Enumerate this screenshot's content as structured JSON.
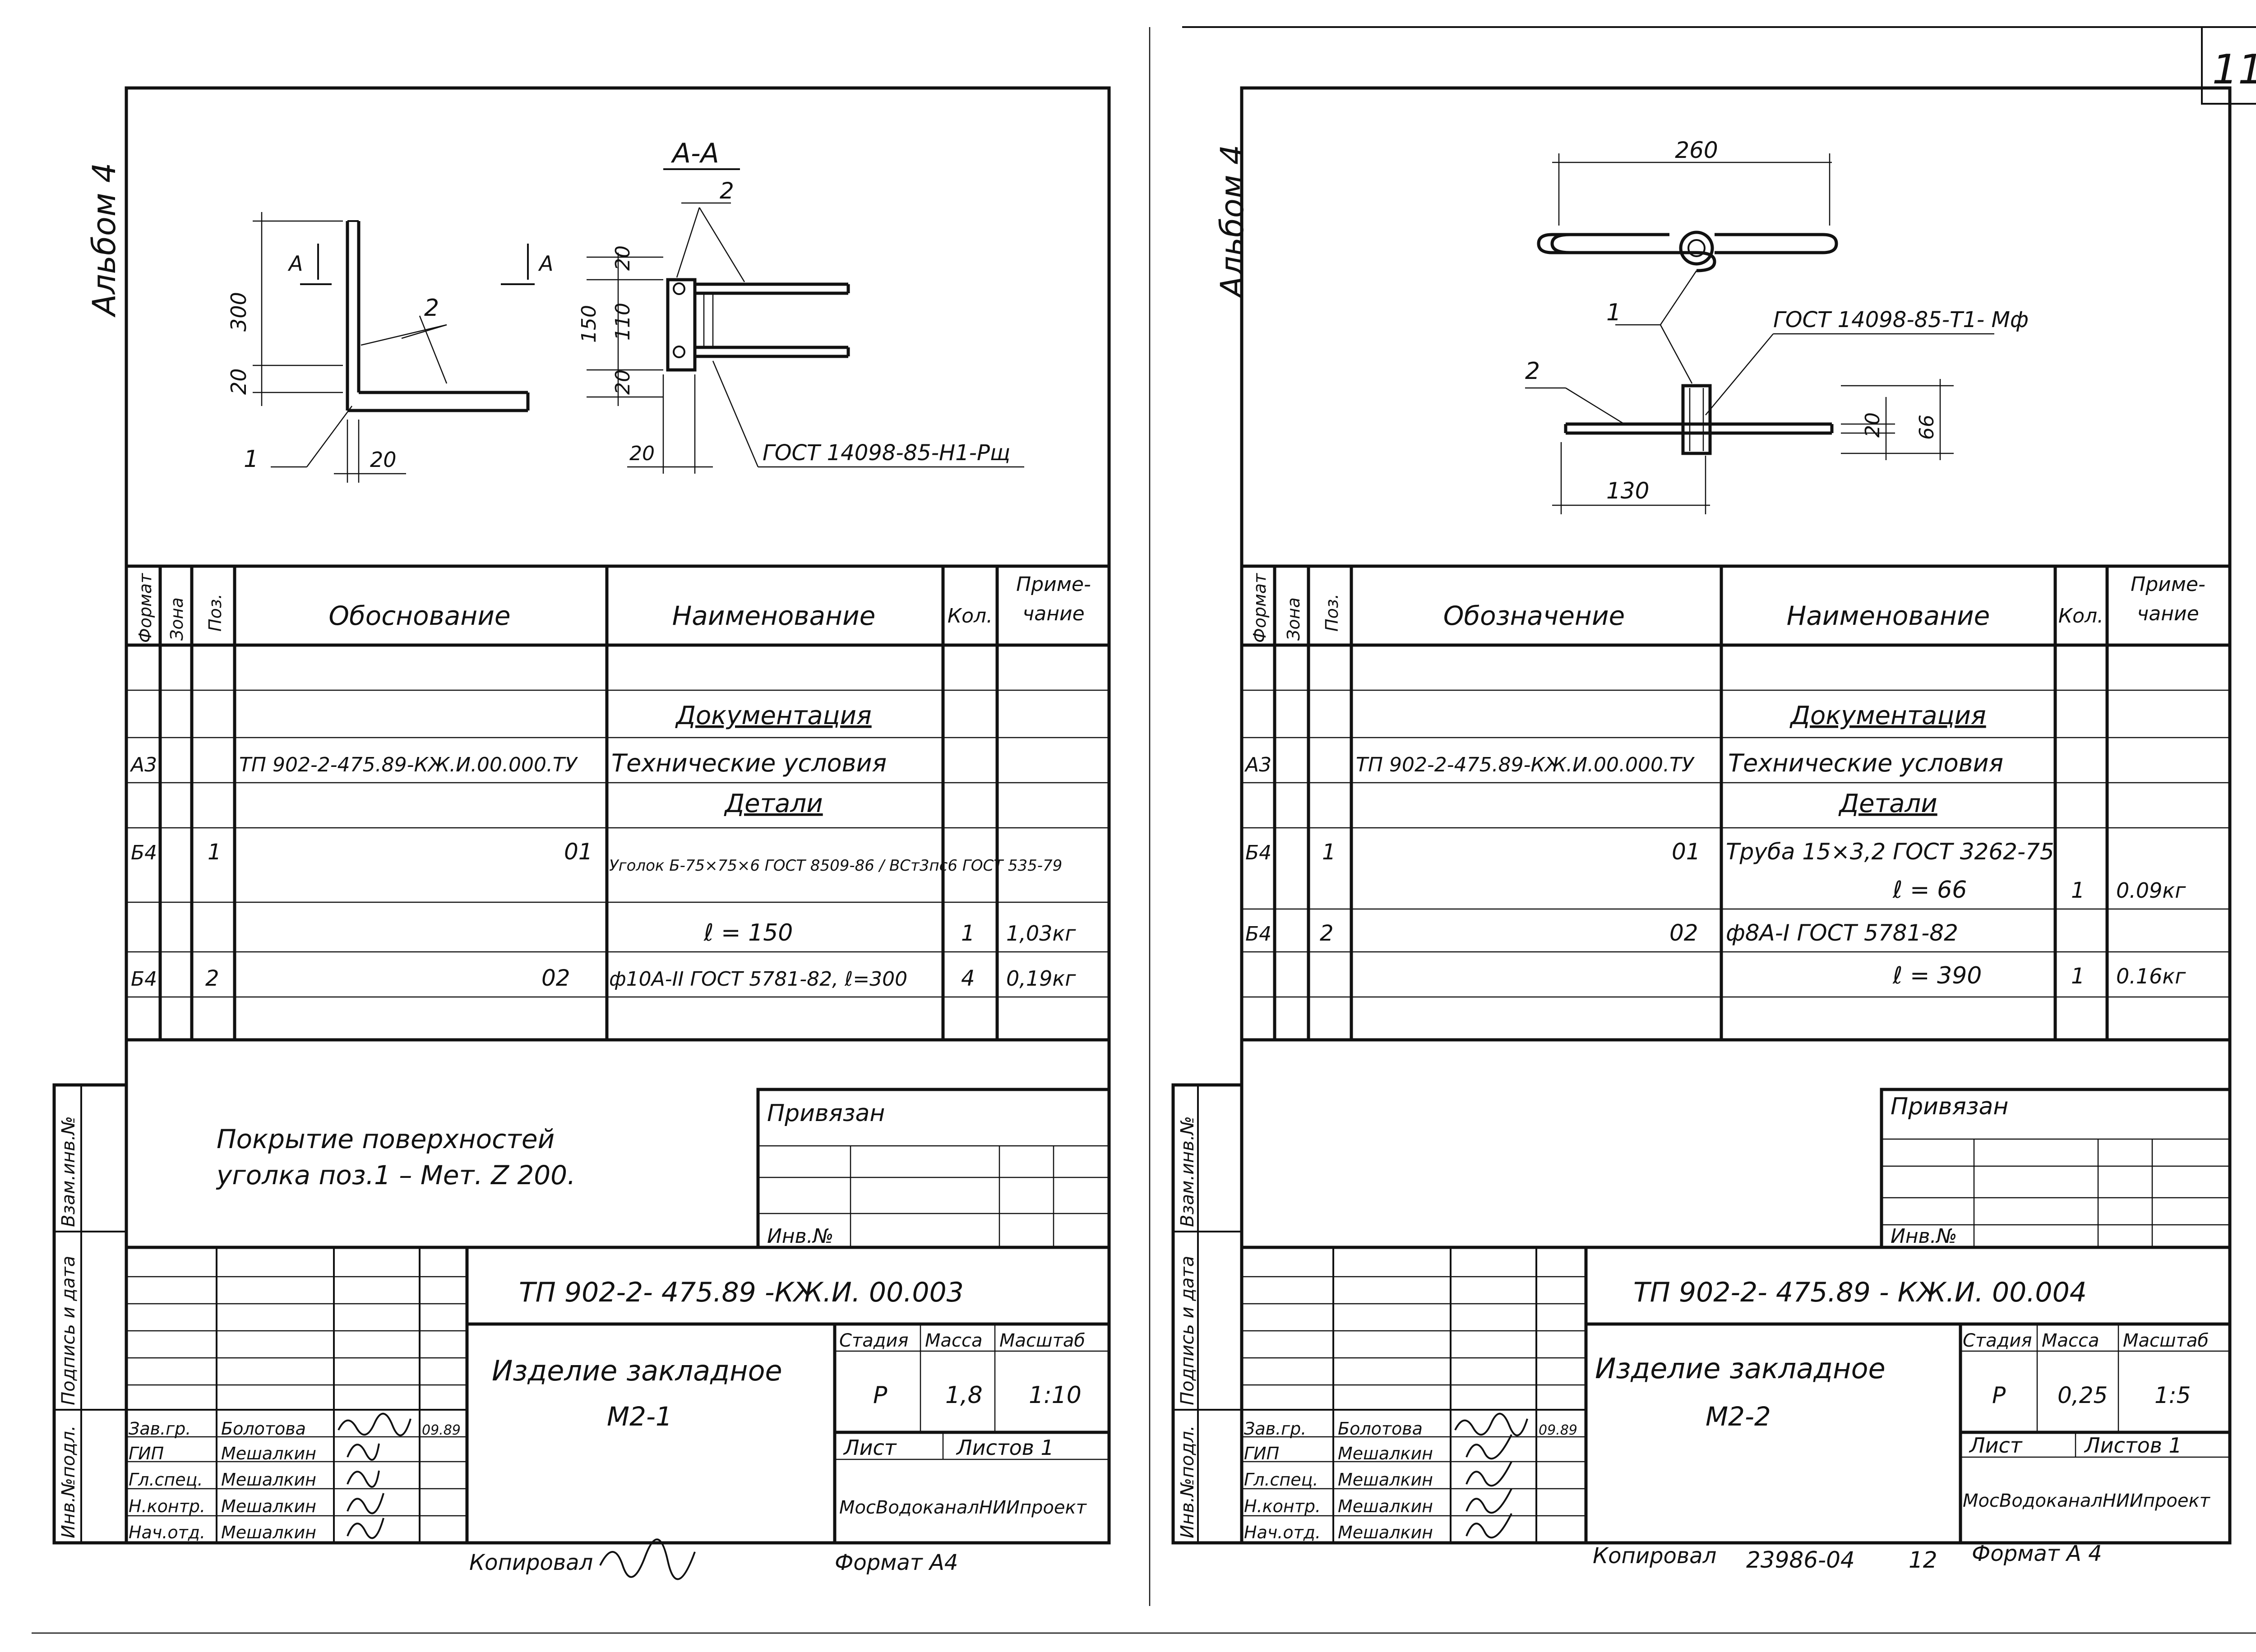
{
  "page_number": "11",
  "sheets": [
    {
      "album": "Альбом 4",
      "section_label": "А-А",
      "dims": {
        "d300": "300",
        "d20a": "20",
        "d20b": "20",
        "d150": "150",
        "d110": "110",
        "d20c": "20",
        "d20d": "20",
        "d20e": "20"
      },
      "callouts": {
        "c1": "1",
        "c2a": "2",
        "c2b": "2",
        "cutA1": "А",
        "cutA2": "А"
      },
      "weld_note": "ГОСТ 14098-85-Н1-Рщ",
      "headers": {
        "format": "Формат",
        "zone": "Зона",
        "pos": "Поз.",
        "designation": "Обоснование",
        "name": "Наименование",
        "qty": "Кол.",
        "note": "Приме-\nчание"
      },
      "rows": [
        {
          "format": "",
          "zone": "",
          "pos": "",
          "designation": "",
          "name": "Документация",
          "qty": "",
          "note": "",
          "underline": true
        },
        {
          "format": "А3",
          "zone": "",
          "pos": "",
          "designation": "ТП 902-2-475.89-КЖ.И.00.000.ТУ",
          "name": "Технические условия",
          "qty": "",
          "note": ""
        },
        {
          "format": "",
          "zone": "",
          "pos": "",
          "designation": "",
          "name": "Детали",
          "qty": "",
          "note": "",
          "underline": true
        },
        {
          "format": "Б4",
          "zone": "",
          "pos": "1",
          "designation": "01",
          "name": "Уголок Б-75×75×6 ГОСТ 8509-86 / ВСт3пс6 ГОСТ 535-79",
          "qty": "",
          "note": ""
        },
        {
          "format": "",
          "zone": "",
          "pos": "",
          "designation": "",
          "name": "ℓ = 150",
          "qty": "1",
          "note": "1,03кг"
        },
        {
          "format": "Б4",
          "zone": "",
          "pos": "2",
          "designation": "02",
          "name": "ф10А-II ГОСТ 5781-82, ℓ=300",
          "qty": "4",
          "note": "0,19кг"
        }
      ],
      "coating_note_1": "Покрытие поверхностей",
      "coating_note_2": "уголка поз.1 – Мет. Z 200.",
      "privyazan": "Привязан",
      "inv_no": "Инв.№",
      "side_stamp": [
        "Инв.№подл.",
        "Подпись и дата",
        "Взам.инв.№"
      ],
      "doc_code": "ТП 902-2- 475.89      -КЖ.И. 00.003",
      "title_1": "Изделие закладное",
      "title_2": "М2-1",
      "stage_h": "Стадия",
      "mass_h": "Масса",
      "scale_h": "Масштаб",
      "stage": "Р",
      "mass": "1,8",
      "scale": "1:10",
      "sheet_h": "Лист",
      "sheets_h": "Листов 1",
      "org": "МосВодоканалНИИпроект",
      "staff": [
        [
          "Зав.гр.",
          "Болотова",
          "09.89"
        ],
        [
          "ГИП",
          "Мешалкин",
          ""
        ],
        [
          "Гл.спец.",
          "Мешалкин",
          ""
        ],
        [
          "Н.контр.",
          "Мешалкин",
          ""
        ],
        [
          "Нач.отд.",
          "Мешалкин",
          ""
        ]
      ],
      "copied": "Копировал",
      "format_footer": "Формат А4"
    },
    {
      "album": "Альбом 4",
      "dims": {
        "d260": "260",
        "d130": "130",
        "d20": "20",
        "d66": "66"
      },
      "callouts": {
        "c1": "1",
        "c2": "2"
      },
      "weld_note": "ГОСТ 14098-85-Т1- Мф",
      "headers": {
        "format": "Формат",
        "zone": "Зона",
        "pos": "Поз.",
        "designation": "Обозначение",
        "name": "Наименование",
        "qty": "Кол.",
        "note": "Приме-\nчание"
      },
      "rows": [
        {
          "format": "",
          "zone": "",
          "pos": "",
          "designation": "",
          "name": "Документация",
          "qty": "",
          "note": "",
          "underline": true
        },
        {
          "format": "А3",
          "zone": "",
          "pos": "",
          "designation": "ТП 902-2-475.89-КЖ.И.00.000.ТУ",
          "name": "Технические условия",
          "qty": "",
          "note": ""
        },
        {
          "format": "",
          "zone": "",
          "pos": "",
          "designation": "",
          "name": "Детали",
          "qty": "",
          "note": "",
          "underline": true
        },
        {
          "format": "Б4",
          "zone": "",
          "pos": "1",
          "designation": "01",
          "name": "Труба 15×3,2 ГОСТ 3262-75",
          "qty": "",
          "note": ""
        },
        {
          "format": "",
          "zone": "",
          "pos": "",
          "designation": "",
          "name": "ℓ = 66",
          "qty": "1",
          "note": "0.09кг"
        },
        {
          "format": "Б4",
          "zone": "",
          "pos": "2",
          "designation": "02",
          "name": "ф8А-I ГОСТ 5781-82",
          "qty": "",
          "note": ""
        },
        {
          "format": "",
          "zone": "",
          "pos": "",
          "designation": "",
          "name": "ℓ = 390",
          "qty": "1",
          "note": "0.16кг"
        }
      ],
      "privyazan": "Привязан",
      "inv_no": "Инв.№",
      "side_stamp": [
        "Инв.№подл.",
        "Подпись и дата",
        "Взам.инв.№"
      ],
      "doc_code": "ТП 902-2- 475.89    - КЖ.И. 00.004",
      "title_1": "Изделие закладное",
      "title_2": "М2-2",
      "stage_h": "Стадия",
      "mass_h": "Масса",
      "scale_h": "Масштаб",
      "stage": "Р",
      "mass": "0,25",
      "scale": "1:5",
      "sheet_h": "Лист",
      "sheets_h": "Листов 1",
      "org": "МосВодоканалНИИпроект",
      "staff": [
        [
          "Зав.гр.",
          "Болотова",
          "09.89"
        ],
        [
          "ГИП",
          "Мешалкин",
          ""
        ],
        [
          "Гл.спец.",
          "Мешалкин",
          ""
        ],
        [
          "Н.контр.",
          "Мешалкин",
          ""
        ],
        [
          "Нач.отд.",
          "Мешалкин",
          ""
        ]
      ],
      "copied": "Копировал",
      "copy_no": "23986-04",
      "copy_page": "12",
      "format_footer": "Формат А 4"
    }
  ]
}
